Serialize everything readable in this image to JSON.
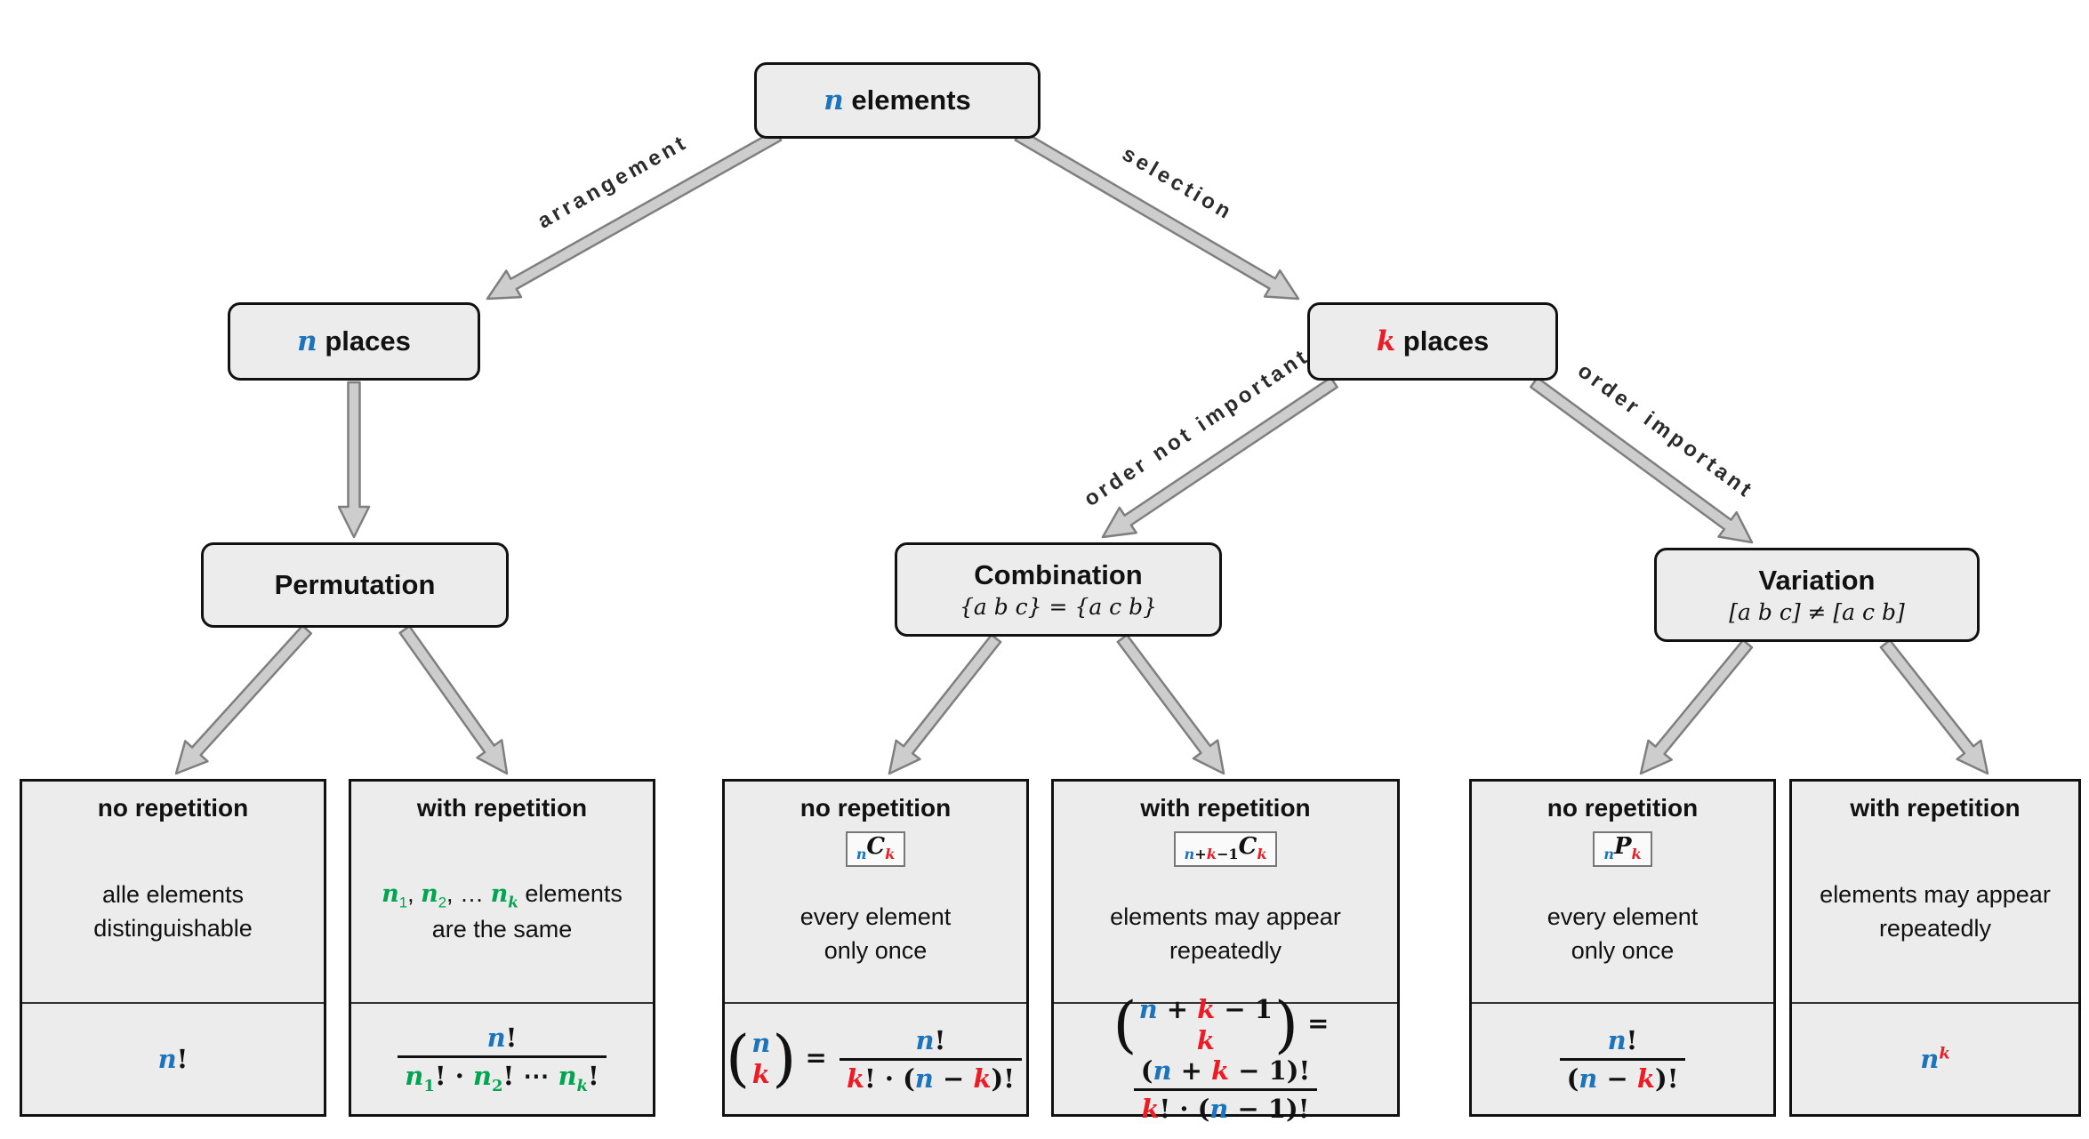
{
  "palette": {
    "blue": "#1c75bc",
    "red": "#ed1c24",
    "green": "#00a551"
  },
  "nodes": {
    "root": [
      {
        "t": "n",
        "c": "blue",
        "i": true
      },
      {
        "t": " elements"
      }
    ],
    "n_places": [
      {
        "t": "n",
        "c": "blue",
        "i": true
      },
      {
        "t": " places"
      }
    ],
    "k_places": [
      {
        "t": "k",
        "c": "red",
        "i": true
      },
      {
        "t": " places"
      }
    ],
    "permutation": {
      "title": "Permutation"
    },
    "combination": {
      "title": "Combination",
      "subtitle": "{a b c} = {a c b}"
    },
    "variation": {
      "title": "Variation",
      "subtitle": "[a b c] ≠ [a c b]"
    }
  },
  "edge_labels": {
    "arrangement": "arrangement",
    "selection": "selection",
    "order_not_important": "order not important",
    "order_important": "order important"
  },
  "leaves": [
    {
      "id": "permutation-no-repetition",
      "title": "no repetition",
      "badge": null,
      "desc": [
        {
          "t": "alle elements"
        },
        {
          "br": true
        },
        {
          "t": "distinguishable"
        }
      ],
      "formula": [
        {
          "t": "n",
          "c": "blue",
          "i": true
        },
        {
          "t": "!"
        }
      ]
    },
    {
      "id": "permutation-with-repetition",
      "title": "with repetition",
      "badge": null,
      "desc": [
        {
          "t": "n",
          "c": "green",
          "i": true
        },
        {
          "t": "1",
          "c": "green",
          "sub": true
        },
        {
          "t": ", "
        },
        {
          "t": "n",
          "c": "green",
          "i": true
        },
        {
          "t": "2",
          "c": "green",
          "sub": true
        },
        {
          "t": ", … "
        },
        {
          "t": "n",
          "c": "green",
          "i": true
        },
        {
          "t": "k",
          "c": "green",
          "i": true,
          "sub": true
        },
        {
          "t": " elements"
        },
        {
          "br": true
        },
        {
          "t": "are the same"
        }
      ],
      "formula": [
        {
          "type": "frac",
          "num": [
            {
              "t": "n",
              "c": "blue",
              "i": true
            },
            {
              "t": "!"
            }
          ],
          "den": [
            {
              "t": "n",
              "c": "green",
              "i": true
            },
            {
              "t": "1",
              "c": "green",
              "sub": true
            },
            {
              "t": "! · "
            },
            {
              "t": "n",
              "c": "green",
              "i": true
            },
            {
              "t": "2",
              "c": "green",
              "sub": true
            },
            {
              "t": "! ⋯ "
            },
            {
              "t": "n",
              "c": "green",
              "i": true
            },
            {
              "t": "k",
              "c": "green",
              "i": true,
              "sub": true
            },
            {
              "t": "!"
            }
          ]
        }
      ]
    },
    {
      "id": "combination-no-repetition",
      "title": "no repetition",
      "badge": [
        {
          "t": "n",
          "c": "blue",
          "i": true,
          "sub": true
        },
        {
          "t": "C",
          "i": true
        },
        {
          "t": "k",
          "c": "red",
          "i": true,
          "sub": true
        }
      ],
      "desc": [
        {
          "t": "every element"
        },
        {
          "br": true
        },
        {
          "t": "only once"
        }
      ],
      "formula": [
        {
          "type": "binom",
          "top": [
            {
              "t": "n",
              "c": "blue",
              "i": true
            }
          ],
          "bottom": [
            {
              "t": "k",
              "c": "red",
              "i": true
            }
          ]
        },
        {
          "t": " = "
        },
        {
          "type": "frac",
          "num": [
            {
              "t": "n",
              "c": "blue",
              "i": true
            },
            {
              "t": "!"
            }
          ],
          "den": [
            {
              "t": "k",
              "c": "red",
              "i": true
            },
            {
              "t": "! · ("
            },
            {
              "t": "n",
              "c": "blue",
              "i": true
            },
            {
              "t": " − "
            },
            {
              "t": "k",
              "c": "red",
              "i": true
            },
            {
              "t": ")!"
            }
          ]
        }
      ]
    },
    {
      "id": "combination-with-repetition",
      "title": "with repetition",
      "badge": [
        {
          "t": "n",
          "c": "blue",
          "i": true,
          "sub": true
        },
        {
          "t": "+",
          "sub": true
        },
        {
          "t": "k",
          "c": "red",
          "i": true,
          "sub": true
        },
        {
          "t": "−1",
          "sub": true
        },
        {
          "t": "C",
          "i": true
        },
        {
          "t": "k",
          "c": "red",
          "i": true,
          "sub": true
        }
      ],
      "desc": [
        {
          "t": "elements may appear"
        },
        {
          "br": true
        },
        {
          "t": "repeatedly"
        }
      ],
      "formula": [
        {
          "type": "binom",
          "top": [
            {
              "t": "n",
              "c": "blue",
              "i": true
            },
            {
              "t": " + "
            },
            {
              "t": "k",
              "c": "red",
              "i": true
            },
            {
              "t": " − 1"
            }
          ],
          "bottom": [
            {
              "t": "k",
              "c": "red",
              "i": true
            }
          ]
        },
        {
          "t": " = "
        },
        {
          "type": "frac",
          "num": [
            {
              "t": "("
            },
            {
              "t": "n",
              "c": "blue",
              "i": true
            },
            {
              "t": " + "
            },
            {
              "t": "k",
              "c": "red",
              "i": true
            },
            {
              "t": " − 1)!"
            }
          ],
          "den": [
            {
              "t": "k",
              "c": "red",
              "i": true
            },
            {
              "t": "! · ("
            },
            {
              "t": "n",
              "c": "blue",
              "i": true
            },
            {
              "t": " − 1)!"
            }
          ]
        }
      ]
    },
    {
      "id": "variation-no-repetition",
      "title": "no repetition",
      "badge": [
        {
          "t": "n",
          "c": "blue",
          "i": true,
          "sub": true
        },
        {
          "t": "P",
          "i": true
        },
        {
          "t": "k",
          "c": "red",
          "i": true,
          "sub": true
        }
      ],
      "desc": [
        {
          "t": "every element"
        },
        {
          "br": true
        },
        {
          "t": "only once"
        }
      ],
      "formula": [
        {
          "type": "frac",
          "num": [
            {
              "t": "n",
              "c": "blue",
              "i": true
            },
            {
              "t": "!"
            }
          ],
          "den": [
            {
              "t": "("
            },
            {
              "t": "n",
              "c": "blue",
              "i": true
            },
            {
              "t": " − "
            },
            {
              "t": "k",
              "c": "red",
              "i": true
            },
            {
              "t": ")!"
            }
          ]
        }
      ]
    },
    {
      "id": "variation-with-repetition",
      "title": "with repetition",
      "badge": null,
      "desc": [
        {
          "t": "elements may appear"
        },
        {
          "br": true
        },
        {
          "t": "repeatedly"
        }
      ],
      "formula": [
        {
          "t": "n",
          "c": "blue",
          "i": true
        },
        {
          "t": "k",
          "c": "red",
          "i": true,
          "sup": true
        }
      ]
    }
  ]
}
